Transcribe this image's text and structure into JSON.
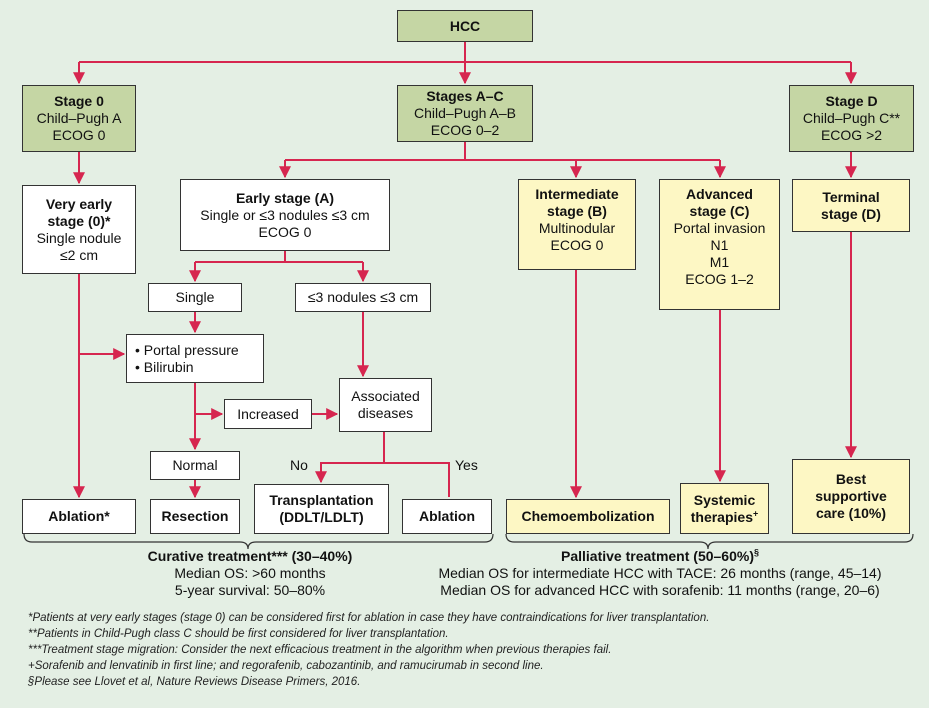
{
  "nodes": {
    "hcc": "HCC",
    "stage0": {
      "title": "Stage 0",
      "line1": "Child–Pugh A",
      "line2": "ECOG 0"
    },
    "stageAC": {
      "title": "Stages A–C",
      "line1": "Child–Pugh A–B",
      "line2": "ECOG 0–2"
    },
    "stageD": {
      "title": "Stage D",
      "line1": "Child–Pugh C**",
      "line2": "ECOG >2"
    },
    "veryEarly": {
      "title_l1": "Very early",
      "title_l2": "stage (0)*",
      "line1": "Single nodule",
      "line2": "≤2 cm"
    },
    "early": {
      "title": "Early stage (A)",
      "line1": "Single or ≤3 nodules ≤3 cm",
      "line2": "ECOG 0"
    },
    "intermediate": {
      "title_l1": "Intermediate",
      "title_l2": "stage (B)",
      "line1": "Multinodular",
      "line2": "ECOG 0"
    },
    "advanced": {
      "title_l1": "Advanced",
      "title_l2": "stage (C)",
      "line1": "Portal invasion",
      "line2": "N1",
      "line3": "M1",
      "line4": "ECOG 1–2"
    },
    "terminal": {
      "title_l1": "Terminal",
      "title_l2": "stage (D)"
    },
    "single": "Single",
    "nodules": "≤3 nodules ≤3 cm",
    "portal": {
      "item1": "• Portal pressure",
      "item2": "• Bilirubin"
    },
    "increased": "Increased",
    "associated": {
      "l1": "Associated",
      "l2": "diseases"
    },
    "normal": "Normal",
    "ablation1": "Ablation*",
    "resection": "Resection",
    "transplant": {
      "l1": "Transplantation",
      "l2": "(DDLT/LDLT)"
    },
    "ablation2": "Ablation",
    "chemo": "Chemoembolization",
    "systemic": {
      "l1": "Systemic",
      "l2": "therapies",
      "sup": "+"
    },
    "bsc": {
      "l1": "Best",
      "l2": "supportive",
      "l3": "care (10%)"
    }
  },
  "edge_labels": {
    "no": "No",
    "yes": "Yes"
  },
  "curative": {
    "title": "Curative treatment*** (30–40%)",
    "line1": "Median OS: >60 months",
    "line2": "5-year survival: 50–80%"
  },
  "palliative": {
    "title": "Palliative treatment (50–60%)",
    "sup": "§",
    "line1": "Median OS for intermediate HCC with TACE: 26 months (range, 45–14)",
    "line2": "Median OS for advanced HCC with sorafenib: 11 months (range, 20–6)"
  },
  "footnotes": [
    "*Patients at very early stages (stage 0) can be considered first for ablation in case they have contraindications for liver transplantation.",
    "**Patients in Child-Pugh class C should be first considered for liver transplantation.",
    "***Treatment stage migration: Consider the next efficacious treatment in the algorithm when previous therapies fail.",
    "+Sorafenib and lenvatinib in first line; and regorafenib, cabozantinib, and ramucirumab in second line.",
    "§Please see Llovet et al, Nature Reviews Disease Primers, 2016."
  ],
  "colors": {
    "background": "#e4efe4",
    "arrow": "#d6264f",
    "stage_fill": "#c5d6a4",
    "palliative_fill": "#fdf7c4"
  }
}
